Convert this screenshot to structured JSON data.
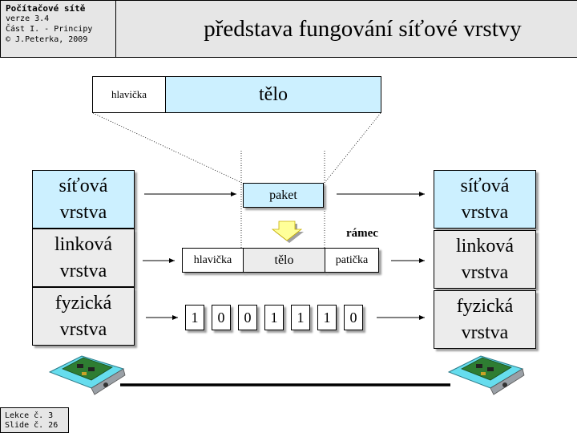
{
  "header": {
    "course": "Počítačové sítě",
    "version": "verze 3.4",
    "part": "Část I. - Principy",
    "copyright": "© J.Peterka, 2009",
    "title": "představa fungování síťové vrstvy"
  },
  "footer": {
    "lesson": "Lekce č. 3",
    "slide": "Slide č. 26"
  },
  "packet_detail": {
    "header_label": "hlavička",
    "body_label": "tělo"
  },
  "left_stack": {
    "network": [
      "síťová",
      "vrstva"
    ],
    "link": [
      "linková",
      "vrstva"
    ],
    "physical": [
      "fyzická",
      "vrstva"
    ]
  },
  "right_stack": {
    "network": [
      "síťová",
      "vrstva"
    ],
    "link": [
      "linková",
      "vrstva"
    ],
    "physical": [
      "fyzická",
      "vrstva"
    ]
  },
  "packet_label": "paket",
  "frame": {
    "label": "rámec",
    "header_label": "hlavička",
    "body_label": "tělo",
    "trailer_label": "patička"
  },
  "bits": [
    "1",
    "0",
    "0",
    "1",
    "1",
    "1",
    "0"
  ],
  "colors": {
    "background": "#ffffff",
    "header_bg": "#e6e6e6",
    "network_layer": "#ccf0ff",
    "lower_layers": "#ececec",
    "nic_cyan": "#66ddee"
  }
}
